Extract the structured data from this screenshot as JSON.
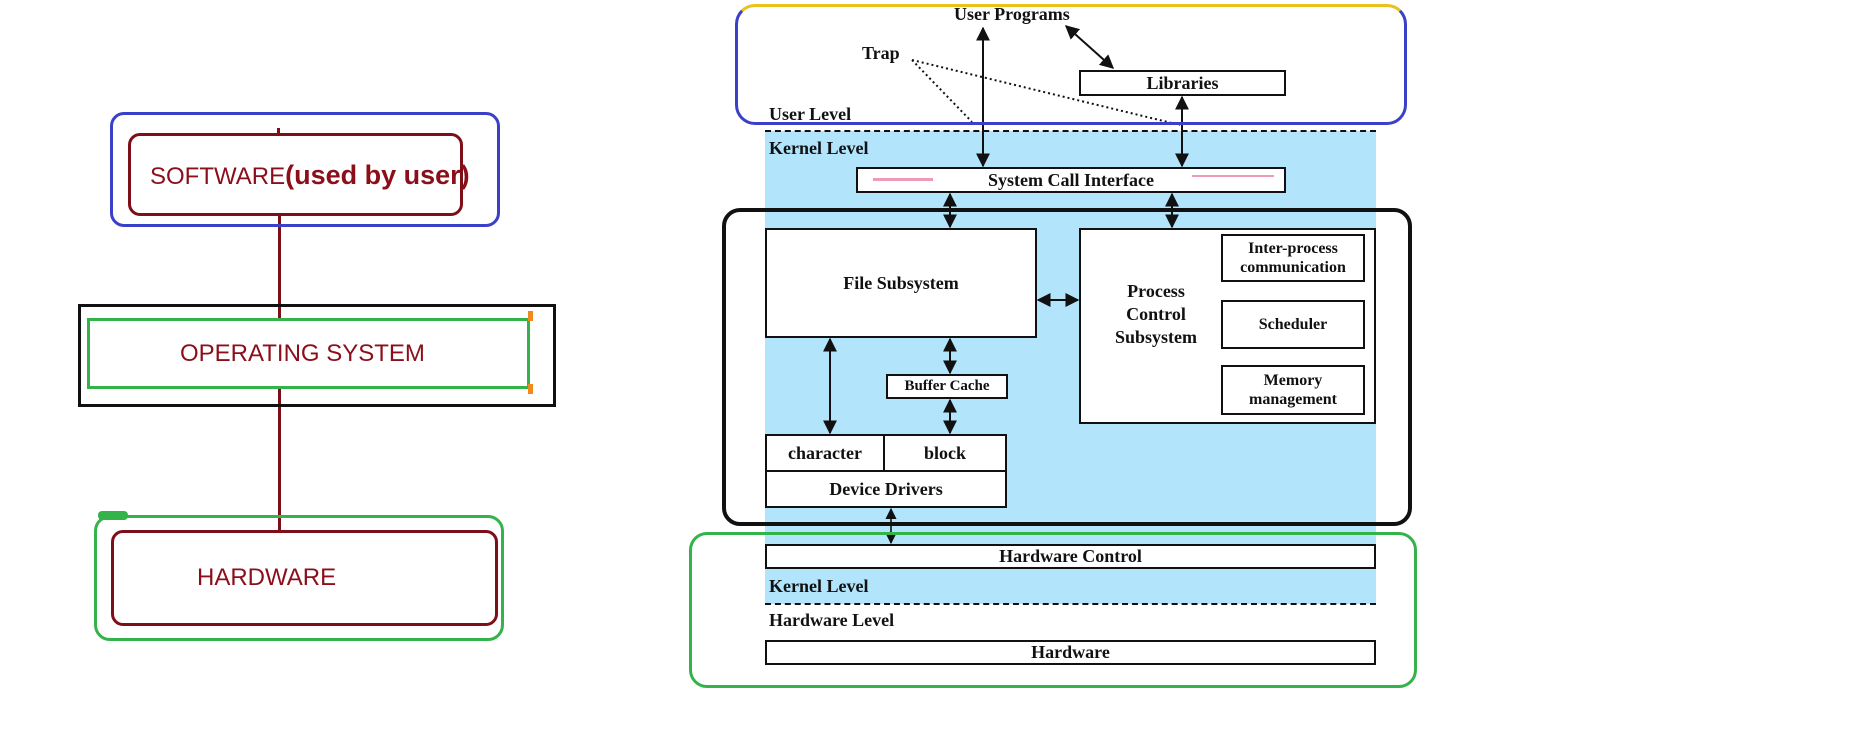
{
  "left": {
    "software_label": "SOFTWARE",
    "software_note": "(used by user)",
    "os_label": "OPERATING SYSTEM",
    "hardware_label": "HARDWARE"
  },
  "right": {
    "user_programs": "User Programs",
    "trap": "Trap",
    "libraries": "Libraries",
    "user_level": "User Level",
    "kernel_level_top": "Kernel Level",
    "system_call_interface": "System Call Interface",
    "file_subsystem": "File Subsystem",
    "process_control": [
      "Process",
      "Control",
      "Subsystem"
    ],
    "ipc": [
      "Inter-process",
      "communication"
    ],
    "scheduler": "Scheduler",
    "memory": [
      "Memory",
      "management"
    ],
    "buffer_cache": "Buffer Cache",
    "character": "character",
    "block": "block",
    "device_drivers": "Device Drivers",
    "hardware_control": "Hardware Control",
    "kernel_level_bottom": "Kernel Level",
    "hardware_level": "Hardware Level",
    "hardware": "Hardware"
  },
  "colors": {
    "maroon": "#7d0f19",
    "blue_frame": "#3b40c8",
    "green_frame": "#33b34a",
    "kernel_fill": "#b2e4fc"
  }
}
